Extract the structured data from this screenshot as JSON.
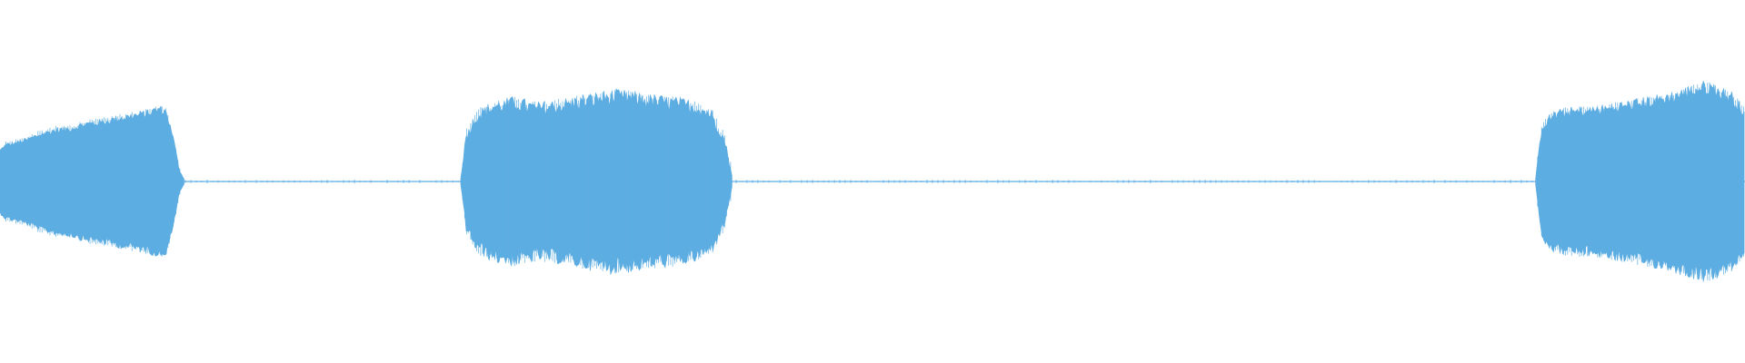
{
  "waveform": {
    "color": "#5dade2",
    "baseline_color": "#5dade2",
    "segments": [
      {
        "name": "sound-segment-1",
        "start": 0.0,
        "end": 0.106,
        "profile": [
          [
            0.0,
            0.34
          ],
          [
            0.03,
            0.4
          ],
          [
            0.08,
            0.42
          ],
          [
            0.15,
            0.46
          ],
          [
            0.22,
            0.52
          ],
          [
            0.3,
            0.56
          ],
          [
            0.38,
            0.58
          ],
          [
            0.46,
            0.63
          ],
          [
            0.55,
            0.65
          ],
          [
            0.63,
            0.69
          ],
          [
            0.72,
            0.72
          ],
          [
            0.8,
            0.75
          ],
          [
            0.86,
            0.8
          ],
          [
            0.9,
            0.76
          ],
          [
            0.94,
            0.45
          ],
          [
            0.97,
            0.12
          ],
          [
            1.0,
            0.01
          ]
        ],
        "jitter": 0.06
      },
      {
        "name": "sound-segment-2",
        "start": 0.264,
        "end": 0.42,
        "profile": [
          [
            0.0,
            0.03
          ],
          [
            0.02,
            0.5
          ],
          [
            0.06,
            0.72
          ],
          [
            0.12,
            0.82
          ],
          [
            0.2,
            0.86
          ],
          [
            0.28,
            0.8
          ],
          [
            0.36,
            0.83
          ],
          [
            0.45,
            0.88
          ],
          [
            0.55,
            0.93
          ],
          [
            0.62,
            0.92
          ],
          [
            0.7,
            0.88
          ],
          [
            0.78,
            0.86
          ],
          [
            0.86,
            0.82
          ],
          [
            0.92,
            0.74
          ],
          [
            0.97,
            0.45
          ],
          [
            1.0,
            0.01
          ]
        ],
        "jitter": 0.1
      },
      {
        "name": "sound-segment-3",
        "start": 0.88,
        "end": 1.0,
        "profile": [
          [
            0.0,
            0.03
          ],
          [
            0.03,
            0.6
          ],
          [
            0.08,
            0.72
          ],
          [
            0.15,
            0.76
          ],
          [
            0.25,
            0.77
          ],
          [
            0.35,
            0.8
          ],
          [
            0.45,
            0.84
          ],
          [
            0.55,
            0.88
          ],
          [
            0.65,
            0.93
          ],
          [
            0.75,
            1.0
          ],
          [
            0.82,
            1.04
          ],
          [
            0.88,
            0.98
          ],
          [
            0.94,
            0.92
          ],
          [
            1.0,
            0.74
          ]
        ],
        "jitter": 0.08
      }
    ]
  }
}
